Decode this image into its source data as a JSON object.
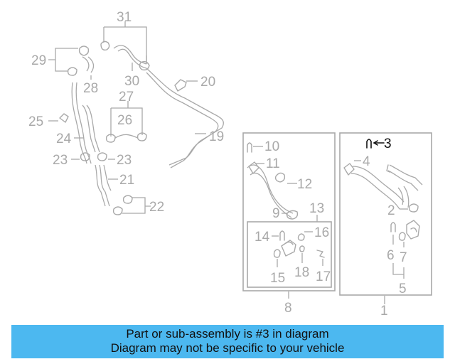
{
  "diagram": {
    "callouts": {
      "c1": "1",
      "c2": "2",
      "c3": "3",
      "c4": "4",
      "c5": "5",
      "c6": "6",
      "c7": "7",
      "c8": "8",
      "c9": "9",
      "c10": "10",
      "c11": "11",
      "c12": "12",
      "c13": "13",
      "c14": "14",
      "c15": "15",
      "c16": "16",
      "c17": "17",
      "c18": "18",
      "c19": "19",
      "c20": "20",
      "c21": "21",
      "c22": "22",
      "c23a": "23",
      "c23b": "23",
      "c24": "24",
      "c25": "25",
      "c26": "26",
      "c27": "27",
      "c28": "28",
      "c29": "29",
      "c30": "30",
      "c31": "31"
    },
    "highlighted_callout": "3",
    "colors": {
      "linework": "#a9a9a9",
      "highlight": "#111111",
      "banner": "#4cb8f0"
    }
  },
  "banner": {
    "line1": "Part or sub-assembly is #3 in diagram",
    "line2": "Diagram may not be specific to your vehicle"
  }
}
